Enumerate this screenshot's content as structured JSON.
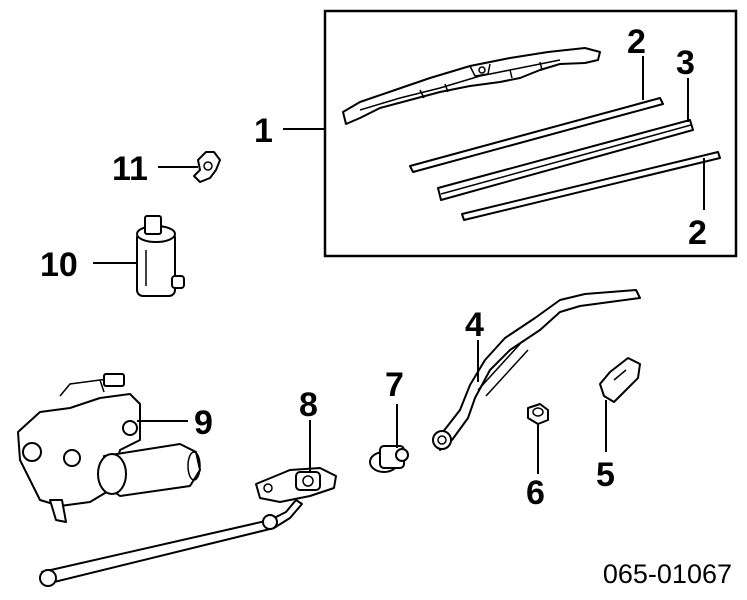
{
  "diagram": {
    "callouts": [
      "1",
      "2",
      "3",
      "2",
      "11",
      "10",
      "4",
      "7",
      "8",
      "9",
      "6",
      "5"
    ],
    "part_code": "065-01067",
    "colors": {
      "line": "#000000",
      "background": "#ffffff"
    }
  }
}
